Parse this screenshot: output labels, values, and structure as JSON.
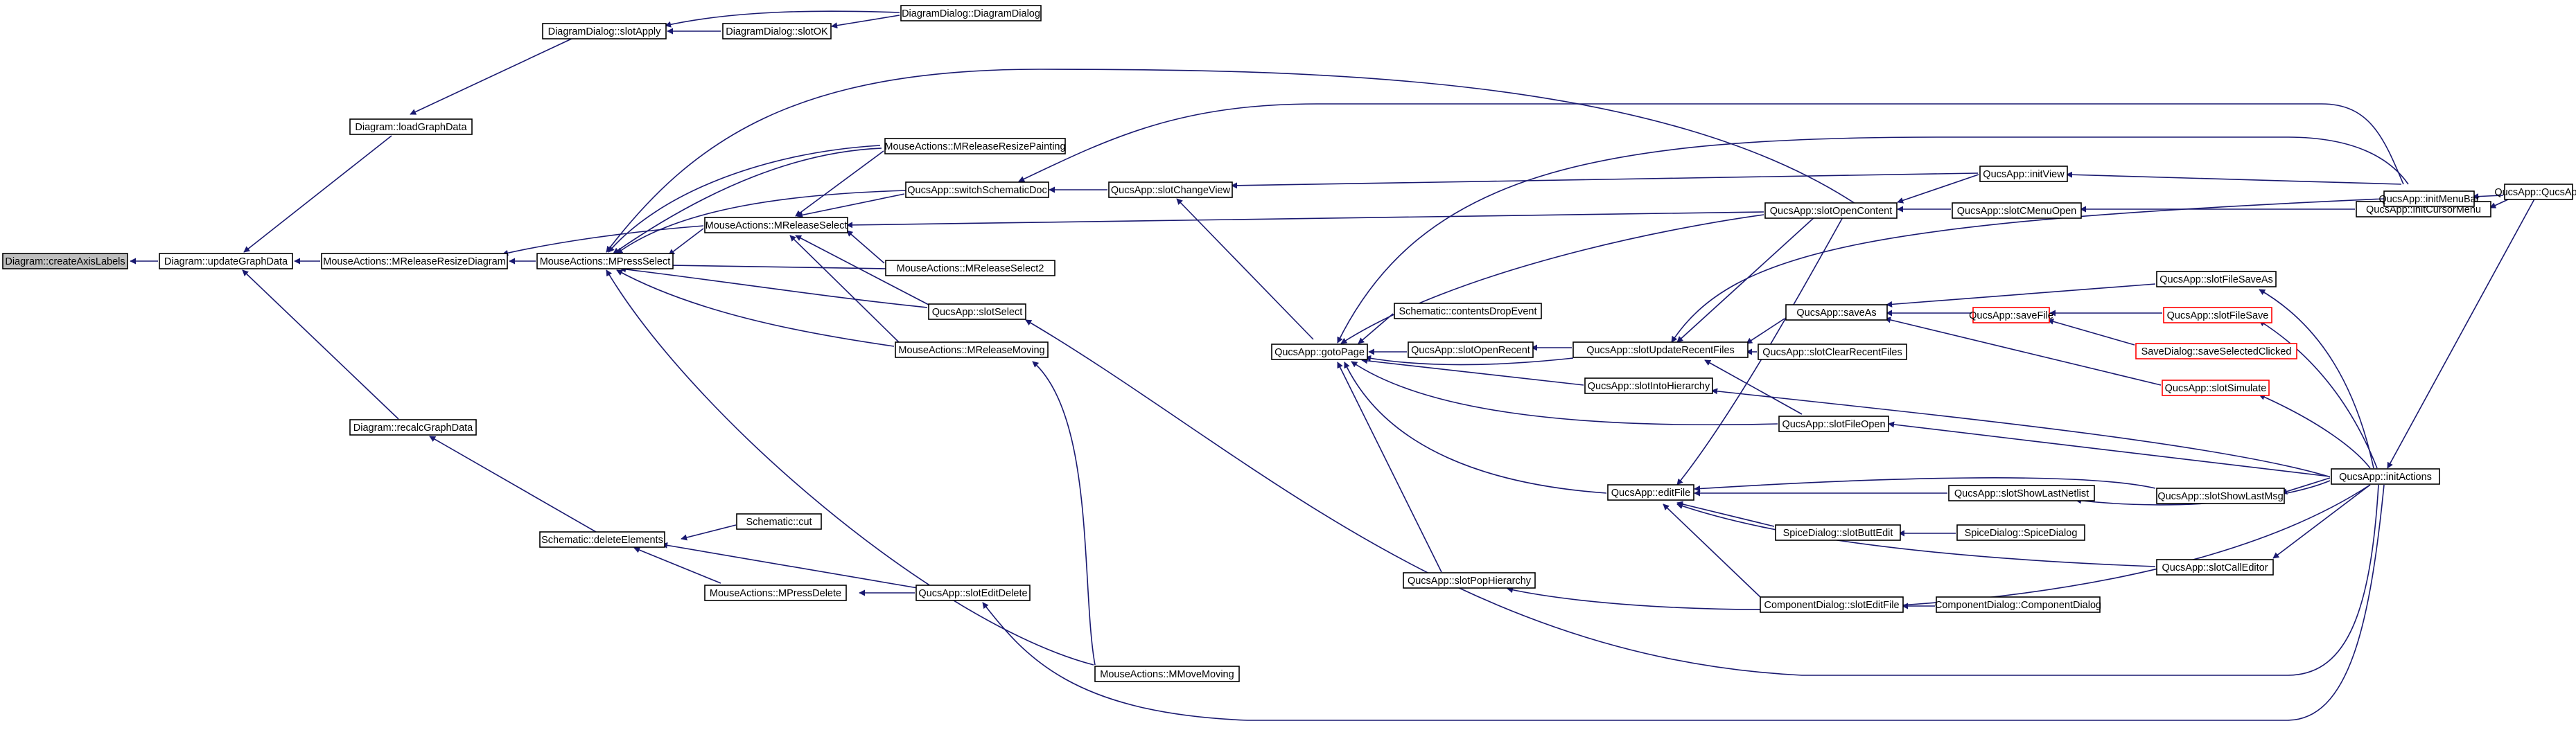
{
  "diagram": {
    "nodes": [
      {
        "id": "n_createAxisLabels",
        "label": "Diagram::createAxisLabels",
        "root": true
      },
      {
        "id": "n_updateGraphData",
        "label": "Diagram::updateGraphData"
      },
      {
        "id": "n_loadGraphData",
        "label": "Diagram::loadGraphData"
      },
      {
        "id": "n_recalcGraphData",
        "label": "Diagram::recalcGraphData"
      },
      {
        "id": "n_slotApply",
        "label": "DiagramDialog::slotApply"
      },
      {
        "id": "n_slotOK",
        "label": "DiagramDialog::slotOK"
      },
      {
        "id": "n_DiagramDialog",
        "label": "DiagramDialog::DiagramDialog"
      },
      {
        "id": "n_MReleaseResizeDiagram",
        "label": "MouseActions::MReleaseResizeDiagram"
      },
      {
        "id": "n_MPressSelect",
        "label": "MouseActions::MPressSelect"
      },
      {
        "id": "n_MReleaseSelect",
        "label": "MouseActions::MReleaseSelect"
      },
      {
        "id": "n_MReleaseResizePainting",
        "label": "MouseActions::MReleaseResizePainting"
      },
      {
        "id": "n_switchSchematicDoc",
        "label": "QucsApp::switchSchematicDoc"
      },
      {
        "id": "n_MReleaseSelect2",
        "label": "MouseActions::MReleaseSelect2"
      },
      {
        "id": "n_slotSelect",
        "label": "QucsApp::slotSelect"
      },
      {
        "id": "n_MReleaseMoving",
        "label": "MouseActions::MReleaseMoving"
      },
      {
        "id": "n_MMoveMoving",
        "label": "MouseActions::MMoveMoving"
      },
      {
        "id": "n_deleteElements",
        "label": "Schematic::deleteElements"
      },
      {
        "id": "n_cut",
        "label": "Schematic::cut"
      },
      {
        "id": "n_MPressDelete",
        "label": "MouseActions::MPressDelete"
      },
      {
        "id": "n_slotEditDelete",
        "label": "QucsApp::slotEditDelete"
      },
      {
        "id": "n_slotChangeView",
        "label": "QucsApp::slotChangeView"
      },
      {
        "id": "n_gotoPage",
        "label": "QucsApp::gotoPage"
      },
      {
        "id": "n_contentsDropEvent",
        "label": "Schematic::contentsDropEvent"
      },
      {
        "id": "n_slotOpenRecent",
        "label": "QucsApp::slotOpenRecent"
      },
      {
        "id": "n_slotUpdateRecentFiles",
        "label": "QucsApp::slotUpdateRecentFiles"
      },
      {
        "id": "n_slotIntoHierarchy",
        "label": "QucsApp::slotIntoHierarchy"
      },
      {
        "id": "n_slotPopHierarchy",
        "label": "QucsApp::slotPopHierarchy"
      },
      {
        "id": "n_slotOpenContent",
        "label": "QucsApp::slotOpenContent"
      },
      {
        "id": "n_initView",
        "label": "QucsApp::initView"
      },
      {
        "id": "n_slotCMenuOpen",
        "label": "QucsApp::slotCMenuOpen"
      },
      {
        "id": "n_initCursorMenu",
        "label": "QucsApp::initCursorMenu"
      },
      {
        "id": "n_QucsApp",
        "label": "QucsApp::QucsApp"
      },
      {
        "id": "n_initMenuBar",
        "label": "QucsApp::initMenuBar"
      },
      {
        "id": "n_saveAs",
        "label": "QucsApp::saveAs"
      },
      {
        "id": "n_slotClearRecentFiles",
        "label": "QucsApp::slotClearRecentFiles"
      },
      {
        "id": "n_slotFileSaveAs",
        "label": "QucsApp::slotFileSaveAs"
      },
      {
        "id": "n_saveFile",
        "label": "QucsApp::saveFile",
        "red": true
      },
      {
        "id": "n_slotFileSave",
        "label": "QucsApp::slotFileSave",
        "red": true
      },
      {
        "id": "n_saveSelectedClicked",
        "label": "SaveDialog::saveSelectedClicked",
        "red": true
      },
      {
        "id": "n_slotSimulate",
        "label": "QucsApp::slotSimulate",
        "red": true
      },
      {
        "id": "n_slotFileOpen",
        "label": "QucsApp::slotFileOpen"
      },
      {
        "id": "n_editFile",
        "label": "QucsApp::editFile"
      },
      {
        "id": "n_slotShowLastNetlist",
        "label": "QucsApp::slotShowLastNetlist"
      },
      {
        "id": "n_slotShowLastMsg",
        "label": "QucsApp::slotShowLastMsg"
      },
      {
        "id": "n_initActions",
        "label": "QucsApp::initActions"
      },
      {
        "id": "n_slotButtEdit",
        "label": "SpiceDialog::slotButtEdit"
      },
      {
        "id": "n_SpiceDialog",
        "label": "SpiceDialog::SpiceDialog"
      },
      {
        "id": "n_slotCallEditor",
        "label": "QucsApp::slotCallEditor"
      },
      {
        "id": "n_slotEditFile",
        "label": "ComponentDialog::slotEditFile"
      },
      {
        "id": "n_ComponentDialog",
        "label": "ComponentDialog::ComponentDialog"
      }
    ]
  }
}
